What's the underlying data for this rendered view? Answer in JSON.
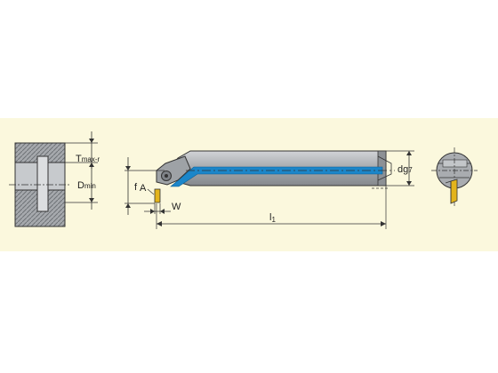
{
  "colors": {
    "panel": "#fbf8dd",
    "steel": "#9fa3a8",
    "steel_dark": "#7e8287",
    "steel_light": "#c9ccd0",
    "coolant": "#1b86c9",
    "insert": "#e3b41c",
    "outline": "#333333"
  },
  "labels": {
    "tmax_main": "T",
    "tmax_sub": "max-r",
    "dmin_main": "D",
    "dmin_sub": "min",
    "f": "f",
    "a": "A",
    "w": "W",
    "l_main": "l",
    "l_sub": "1",
    "dg_main": "dg",
    "dg_sub": "7"
  },
  "icons": [
    "bore-section-view",
    "boring-bar-side-view",
    "boring-bar-end-view"
  ]
}
